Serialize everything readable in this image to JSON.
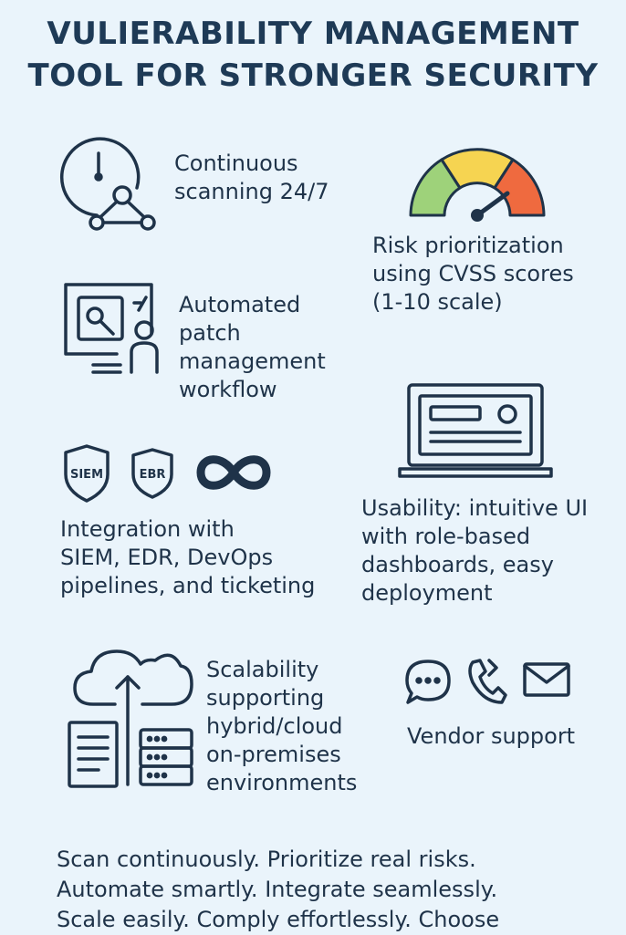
{
  "title": {
    "line1": "VULIERABILITY MANAGEMENT",
    "line2": "TOOL FOR STRONGER SECURITY"
  },
  "features": {
    "continuous": {
      "icon": "clock-network-icon",
      "lines": [
        "Continuous",
        "scanning 24/7"
      ]
    },
    "risk": {
      "icon": "gauge-icon",
      "lines": [
        "Risk prioritization",
        "using CVSS scores",
        "(1-10 scale)"
      ],
      "gauge_colors": [
        "#9ed27a",
        "#f6d451",
        "#ef6a3f"
      ]
    },
    "patch": {
      "icon": "monitor-patch-icon",
      "lines": [
        "Automated",
        "patch",
        "management",
        "workflow"
      ]
    },
    "integration": {
      "icons": [
        "siem-shield-icon",
        "edr-shield-icon",
        "devops-infinity-icon"
      ],
      "badge_siem": "SIEM",
      "badge_edr": "EBR",
      "lines": [
        "Integration with",
        "SIEM, EDR, DevOps",
        "pipelines, and ticketing"
      ]
    },
    "usability": {
      "icon": "laptop-dashboard-icon",
      "lines": [
        "Usability: intuitive UI",
        "with role-based",
        "dashboards, easy",
        "deployment"
      ]
    },
    "scalability": {
      "icon": "cloud-server-icon",
      "lines": [
        "Scalability",
        "supporting",
        "hybrid/cloud",
        "on-premises",
        "environments"
      ]
    },
    "vendor": {
      "icons": [
        "chat-icon",
        "phone-icon",
        "email-icon"
      ],
      "lines": [
        "Vendor support"
      ]
    }
  },
  "tagline": {
    "lines": [
      "Scan continuously. Prioritize real risks.",
      "Automate smartly. Integrate seamlessly.",
      "Scale easily. Comply effortlessly. Choose"
    ]
  }
}
